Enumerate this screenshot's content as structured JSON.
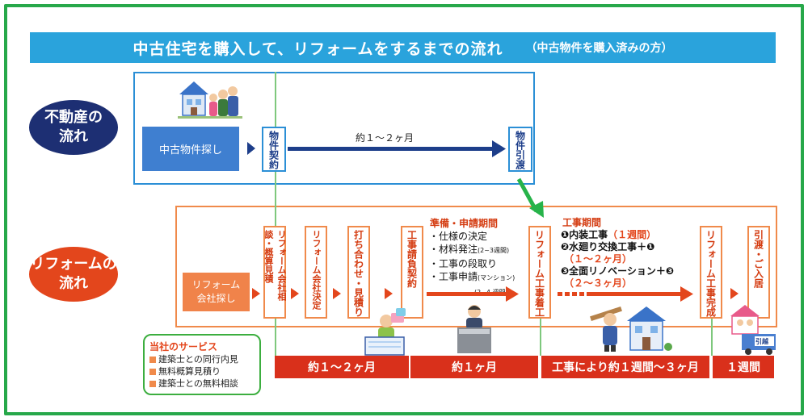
{
  "title": {
    "main": "中古住宅を購入して、リフォームをするまでの流れ",
    "sub": "（中古物件を購入済みの方）"
  },
  "sections": {
    "realestate_label": "不動産の\n流れ",
    "reform_label": "リフォームの\n流れ"
  },
  "realestate": {
    "search": "中古物件探し",
    "contract": "物件契約",
    "period": "約１～２ヶ月",
    "handover": "物件引渡"
  },
  "reform": {
    "company_search": "リフォーム\n会社探し",
    "consult": "リフォーム会社相談・概算見積",
    "decide": "リフォーム会社決定",
    "meeting": "打ち合わせ・見積り",
    "contract": "工事請負契約",
    "prep_title": "準備・申請期間",
    "prep_items": [
      {
        "text": "・仕様の決定",
        "note": ""
      },
      {
        "text": "・材料発注",
        "note": "(2~3週間)"
      },
      {
        "text": "・工事の段取り",
        "note": ""
      },
      {
        "text": "・工事申請",
        "note": "(マンション)"
      }
    ],
    "prep_note2": "(2~4 週間)",
    "start": "リフォーム工事着工",
    "work_title": "工事期間",
    "work_lines": [
      {
        "a": "❶内装工事",
        "b": "（１週間）"
      },
      {
        "a": "❷水廻り交換工事＋❶",
        "b": ""
      },
      {
        "a": "",
        "b": "（１～２ヶ月）"
      },
      {
        "a": "❸全面リノベーション＋❸",
        "b": ""
      },
      {
        "a": "",
        "b": "（２～３ヶ月）"
      }
    ],
    "complete": "リフォーム工事完成",
    "move_in": "引渡・ご入居",
    "truck_label": "引越"
  },
  "timeline": [
    "約１～２ヶ月",
    "約１ヶ月",
    "工事により約１週間～３ヶ月",
    "１週間"
  ],
  "services": {
    "title": "当社のサービス",
    "items": [
      "建築士との同行内見",
      "無料概算見積り",
      "建築士との無料相談"
    ]
  },
  "colors": {
    "frame": "#27a84a",
    "title_bg": "#2aa3dc",
    "navy": "#1d2f73",
    "red": "#e3461c",
    "orange": "#f08a4b",
    "bar": "#d9301b"
  }
}
